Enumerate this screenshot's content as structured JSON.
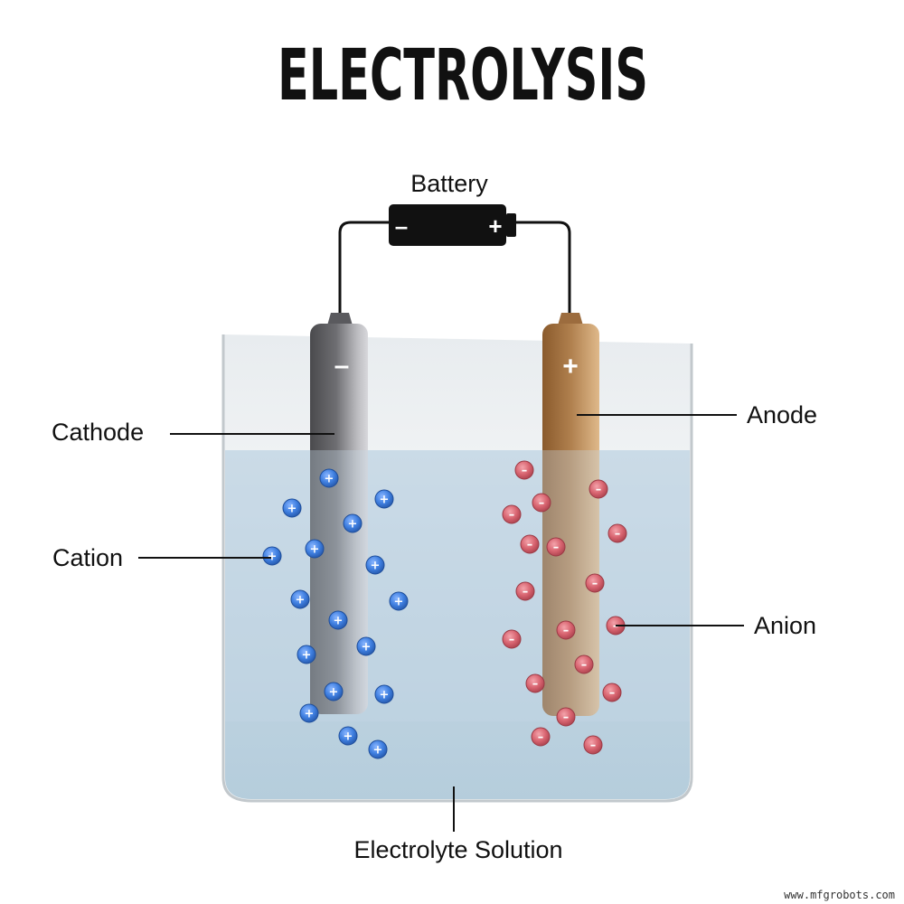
{
  "title": "ELECTROLYSIS",
  "labels": {
    "battery": "Battery",
    "cathode": "Cathode",
    "anode": "Anode",
    "cation": "Cation",
    "anion": "Anion",
    "solution": "Electrolyte Solution"
  },
  "battery": {
    "negative_sign": "–",
    "positive_sign": "+"
  },
  "electrodes": {
    "cathode_sign": "–",
    "anode_sign": "+"
  },
  "ions": {
    "cation_sign": "+",
    "anion_sign": "–"
  },
  "watermark": "www.mfgrobots.com",
  "colors": {
    "cathode": "#6e6e72",
    "anode": "#b0804e",
    "cation": "#3f7fe0",
    "anion": "#d86470",
    "solution": "#c6d8e4",
    "wire": "#111111"
  }
}
